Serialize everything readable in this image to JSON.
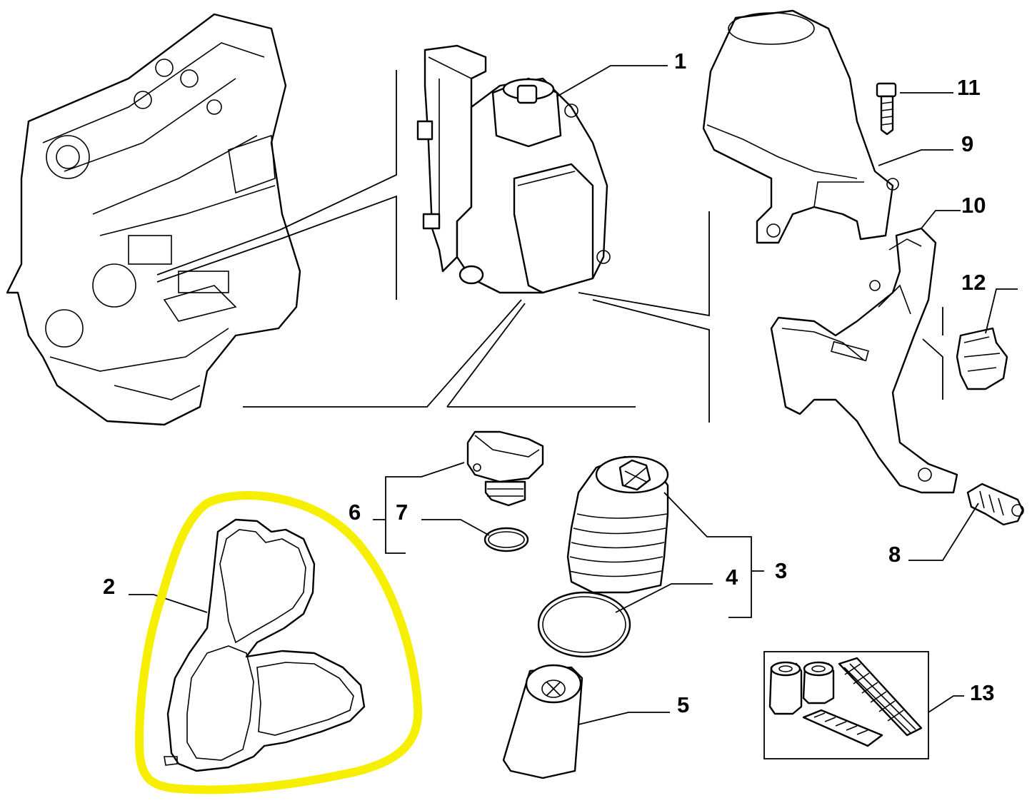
{
  "diagram": {
    "callouts": [
      {
        "id": "1",
        "text": "1"
      },
      {
        "id": "2",
        "text": "2"
      },
      {
        "id": "3",
        "text": "3"
      },
      {
        "id": "4",
        "text": "4"
      },
      {
        "id": "5",
        "text": "5"
      },
      {
        "id": "6",
        "text": "6"
      },
      {
        "id": "7",
        "text": "7"
      },
      {
        "id": "8",
        "text": "8"
      },
      {
        "id": "9",
        "text": "9"
      },
      {
        "id": "10",
        "text": "10"
      },
      {
        "id": "11",
        "text": "11"
      },
      {
        "id": "12",
        "text": "12"
      },
      {
        "id": "13",
        "text": "13"
      }
    ],
    "highlight_color": "#f6f000",
    "line_color": "#000000",
    "background": "#ffffff"
  }
}
